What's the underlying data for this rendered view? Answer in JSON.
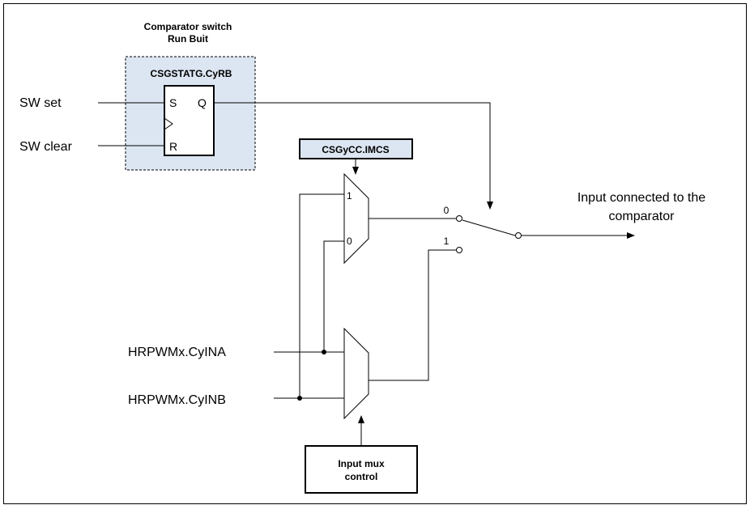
{
  "group": {
    "title_line1": "Comparator switch",
    "title_line2": "Run Buit",
    "register": "CSGSTATG.CyRB"
  },
  "flipflop": {
    "set_pin": "S",
    "reset_pin": "R",
    "output_pin": "Q"
  },
  "inputs": {
    "sw_set": "SW set",
    "sw_clear": "SW clear",
    "hrpwm_a": "HRPWMx.CyINA",
    "hrpwm_b": "HRPWMx.CyINB"
  },
  "imcs": {
    "register": "CSGyCC.IMCS",
    "input_1": "1",
    "input_0": "0"
  },
  "switch": {
    "pos_0": "0",
    "pos_1": "1"
  },
  "output": {
    "line1": "Input connected to the",
    "line2": "comparator"
  },
  "input_mux_control": {
    "line1": "Input mux",
    "line2": "control"
  },
  "colors": {
    "group_fill": "#dce6f2",
    "ink": "#000000"
  }
}
